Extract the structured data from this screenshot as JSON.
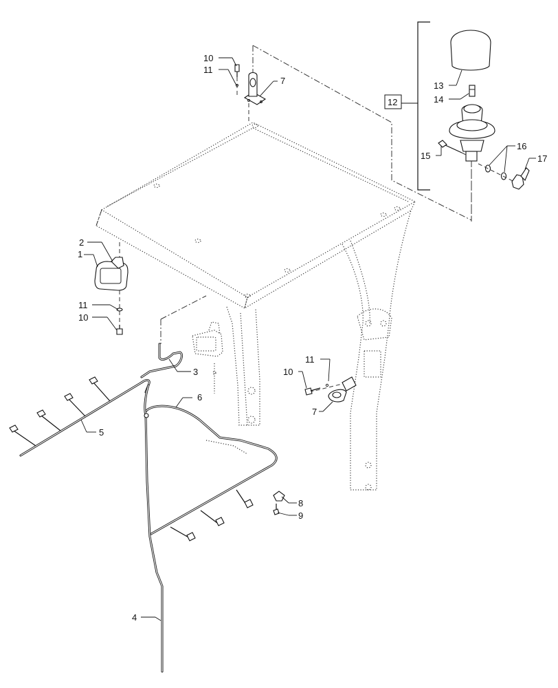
{
  "callouts": {
    "c1": "1",
    "c2": "2",
    "c3": "3",
    "c4": "4",
    "c5": "5",
    "c6": "6",
    "c7a": "7",
    "c7b": "7",
    "c8": "8",
    "c9": "9",
    "c10a": "10",
    "c10b": "10",
    "c10c": "10",
    "c11a": "11",
    "c11b": "11",
    "c11c": "11",
    "c12": "12",
    "c13": "13",
    "c14": "14",
    "c15": "15",
    "c16": "16",
    "c17": "17"
  }
}
